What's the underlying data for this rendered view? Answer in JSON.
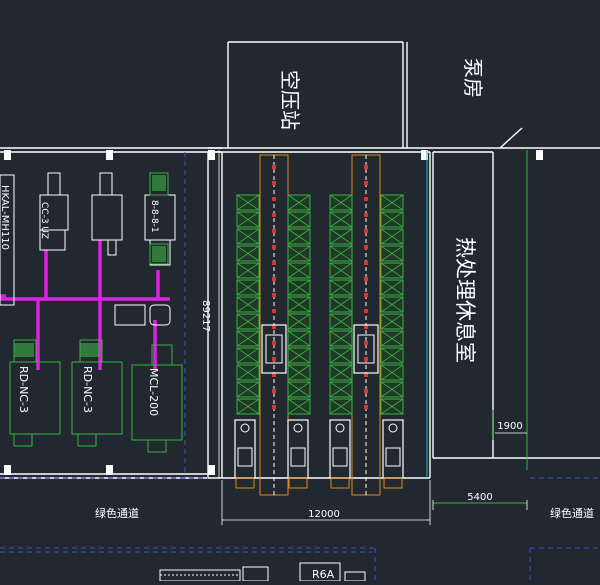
{
  "rooms": {
    "air_compressor": "空压站",
    "pump_room": "泵房",
    "heat_treatment_lounge": "热处理休息室"
  },
  "passages": {
    "left": "绿色通道",
    "right": "绿色通道"
  },
  "dimensions": {
    "rack_area_height": "89217",
    "rack_area_width": "12000",
    "lounge_offset": "1900",
    "lounge_width": "5400"
  },
  "machines": {
    "left_edge": "HKAL-MH110",
    "top_a": "CC-3 UZ",
    "top_c": "8-8-8-1",
    "bottom_a": "RD-NC-3",
    "bottom_b": "RD-NC-3",
    "bottom_c": "MCL-200"
  },
  "bottom_label": "R6A"
}
